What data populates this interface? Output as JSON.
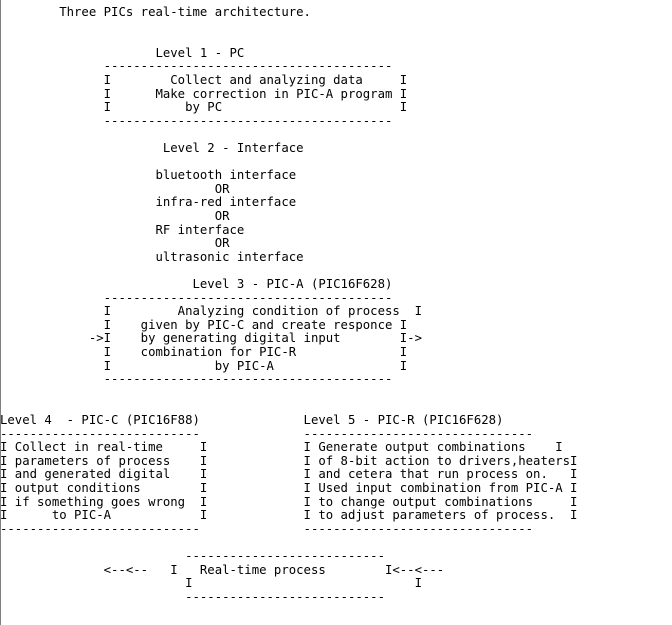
{
  "title": "        Three PICs real-time architecture.",
  "lines": [
    "",
    "",
    "                     Level 1 - PC",
    "              ---------------------------------------",
    "              I        Collect and analyzing data     I",
    "              I      Make correction in PIC-A program I",
    "              I          by PC                        I",
    "              ---------------------------------------",
    "",
    "                      Level 2 - Interface",
    "",
    "                     bluetooth interface",
    "                             OR",
    "                     infra-red interface",
    "                             OR",
    "                     RF interface",
    "                             OR",
    "                     ultrasonic interface",
    "",
    "                          Level 3 - PIC-A (PIC16F628)",
    "              ---------------------------------------",
    "              I         Analyzing condition of process  I",
    "              I    given by PIC-C and create responce I",
    "            ->I    by generating digital input        I->",
    "              I    combination for PIC-R              I",
    "              I              by PIC-A                 I",
    "              ---------------------------------------",
    "",
    "",
    "Level 4  - PIC-C (PIC16F88)              Level 5 - PIC-R (PIC16F628)",
    "---------------------------              -------------------------------",
    "I Collect in real-time     I             I Generate output combinations    I",
    "I parameters of process    I             I of 8-bit action to drivers,heatersI",
    "I and generated digital    I             I and cetera that run process on.   I",
    "I output conditions        I             I Used input combination from PIC-A I",
    "I if something goes wrong  I             I to change output combinations     I",
    "I      to PIC-A            I             I to adjust parameters of process.  I",
    "---------------------------              -------------------------------",
    "",
    "                         ---------------------------",
    "              <--<--   I   Real-time process        I<--<---",
    "                         I                              I",
    "                         ---------------------------"
  ]
}
